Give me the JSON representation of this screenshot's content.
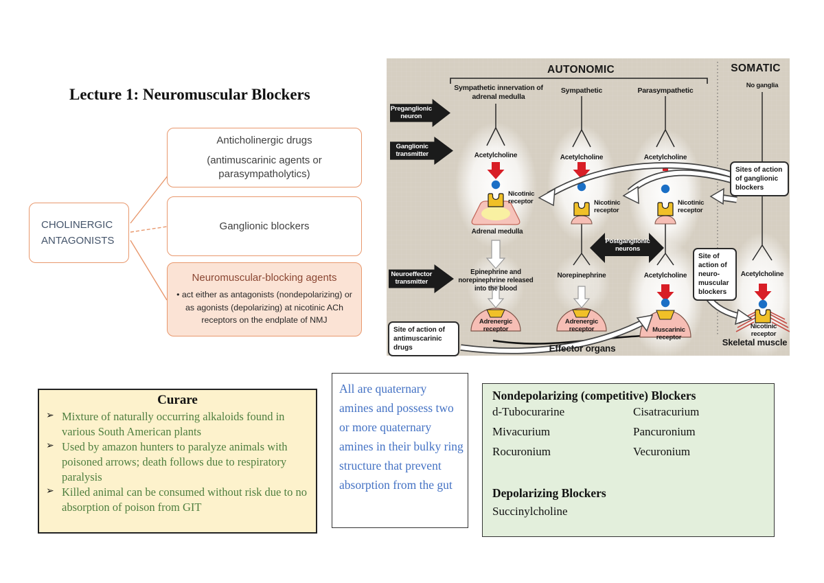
{
  "title": "Lecture 1: Neuromuscular Blockers",
  "flowchart": {
    "root_line1": "CHOLINERGIC",
    "root_line2": "ANTAGONISTS",
    "anticholinergic_title": "Anticholinergic drugs",
    "anticholinergic_sub": "(antimuscarinic agents or parasympatholytics)",
    "ganglionic": "Ganglionic blockers",
    "neuromuscular_title": "Neuromuscular-blocking agents",
    "neuromuscular_body": "• act either as antagonists (nondepolarizing) or as agonists (depolarizing) at nicotinic ACh receptors on the endplate of NMJ"
  },
  "diagram": {
    "autonomic": "AUTONOMIC",
    "somatic": "SOMATIC",
    "col1_label": "Sympathetic innervation of adrenal medulla",
    "col2_label": "Sympathetic",
    "col3_label": "Parasympathetic",
    "col4_label": "No ganglia",
    "arrow1": "Preganglionic neuron",
    "arrow2": "Ganglionic transmitter",
    "arrow3": "Neuroeffector transmitter",
    "ach": "Acetylcholine",
    "nicotinic": "Nicotinic receptor",
    "adrenal_medulla": "Adrenal medulla",
    "postganglionic": "Postganglionic neurons",
    "epi": "Epinephrine and norepinephrine released into the blood",
    "norepi": "Norepinephrine",
    "adrenergic": "Adrenergic receptor",
    "muscarinic": "Muscarinic receptor",
    "effector": "Effector organs",
    "skeletal": "Skeletal muscle",
    "callout_ganglionic": "Sites of action of ganglionic blockers",
    "callout_neuromuscular": "Site of action of neuro-muscular blockers",
    "callout_antimuscarinic": "Site of action of antimuscarinic drugs",
    "colors": {
      "background": "#d6cfc2",
      "receptor_yellow": "#f0c028",
      "receptor_pink": "#f6beb5",
      "arrow_red": "#d81e26",
      "dot_blue": "#1b6fc5"
    }
  },
  "curare": {
    "title": "Curare",
    "bullet": "➢",
    "bullets": [
      "Mixture of naturally occurring alkaloids found in various South American plants",
      "Used by amazon hunters to paralyze animals with poisoned arrows; death follows due to respiratory paralysis",
      "Killed animal can be consumed without risk due to no absorption of poison from GIT"
    ]
  },
  "quaternary_note": "All are quaternary amines and possess two or more quaternary amines in their bulky ring structure that prevent absorption from the gut",
  "blockers": {
    "nondepolarizing_title": "Nondepolarizing (competitive) Blockers",
    "nondepolarizing": [
      "d-Tubocurarine",
      "Cisatracurium",
      "Mivacurium",
      "Pancuronium",
      "Rocuronium",
      "Vecuronium"
    ],
    "depolarizing_title": "Depolarizing Blockers",
    "depolarizing": [
      "Succinylcholine"
    ]
  }
}
